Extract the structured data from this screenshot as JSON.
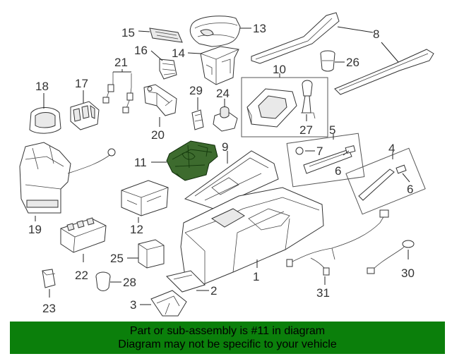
{
  "colors": {
    "highlight_part": "#3d6b2e",
    "banner_background": "#0b7f0b",
    "line_art": "#333333"
  },
  "highlighted_part": "11",
  "callouts": {
    "c1": "1",
    "c2": "2",
    "c3": "3",
    "c4": "4",
    "c5": "5",
    "c6a": "6",
    "c6b": "6",
    "c7": "7",
    "c8": "8",
    "c9": "9",
    "c10": "10",
    "c11": "11",
    "c12": "12",
    "c13": "13",
    "c14": "14",
    "c15": "15",
    "c16": "16",
    "c17": "17",
    "c18": "18",
    "c19": "19",
    "c20": "20",
    "c21": "21",
    "c22": "22",
    "c23": "23",
    "c24": "24",
    "c25": "25",
    "c26": "26",
    "c27": "27",
    "c28": "28",
    "c29": "29",
    "c30": "30",
    "c31": "31"
  },
  "banner": {
    "line1": "Part or sub-assembly is #11 in diagram",
    "line2": "Diagram may not be specific to your vehicle"
  }
}
